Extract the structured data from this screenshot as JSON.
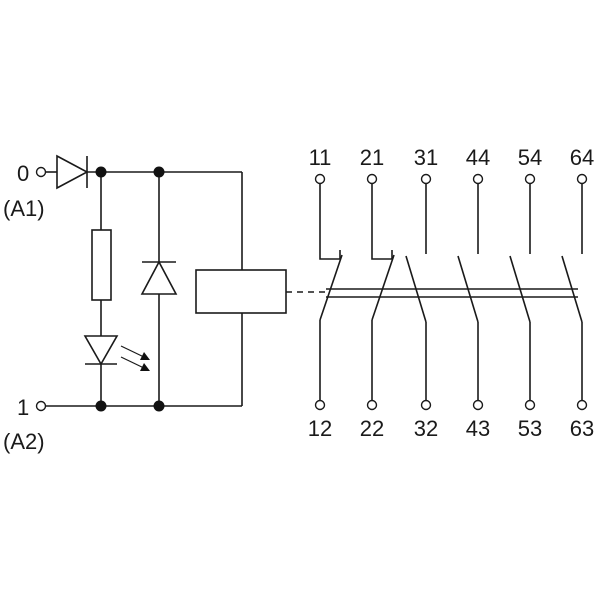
{
  "terminals": {
    "a1": {
      "number": "0",
      "label": "(A1)"
    },
    "a2": {
      "number": "1",
      "label": "(A2)"
    }
  },
  "contacts": {
    "top": [
      "11",
      "21",
      "31",
      "44",
      "54",
      "64"
    ],
    "bottom": [
      "12",
      "22",
      "32",
      "43",
      "53",
      "63"
    ]
  }
}
